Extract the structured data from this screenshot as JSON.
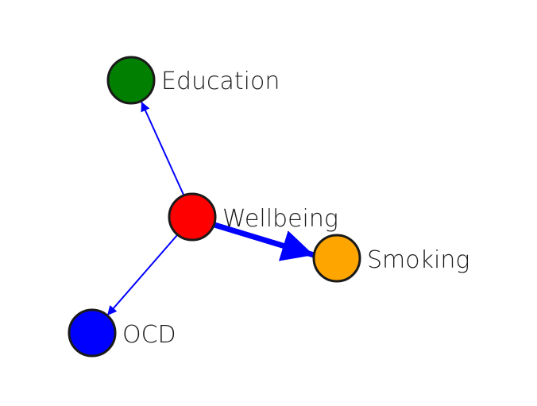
{
  "nodes": [
    {
      "id": "wellbeing",
      "label": "Wellbeing",
      "color": "#ff0000"
    },
    {
      "id": "education",
      "label": "Education",
      "color": "#007f00"
    },
    {
      "id": "smoking",
      "label": "Smoking",
      "color": "#ffa500"
    },
    {
      "id": "ocd",
      "label": "OCD",
      "color": "#0000ff"
    }
  ],
  "edges": [
    {
      "source": "wellbeing",
      "target": "education",
      "weight": "thin",
      "color": "#0000ff"
    },
    {
      "source": "wellbeing",
      "target": "smoking",
      "weight": "thick",
      "color": "#0000ff"
    },
    {
      "source": "wellbeing",
      "target": "ocd",
      "weight": "thin",
      "color": "#0000ff"
    }
  ]
}
